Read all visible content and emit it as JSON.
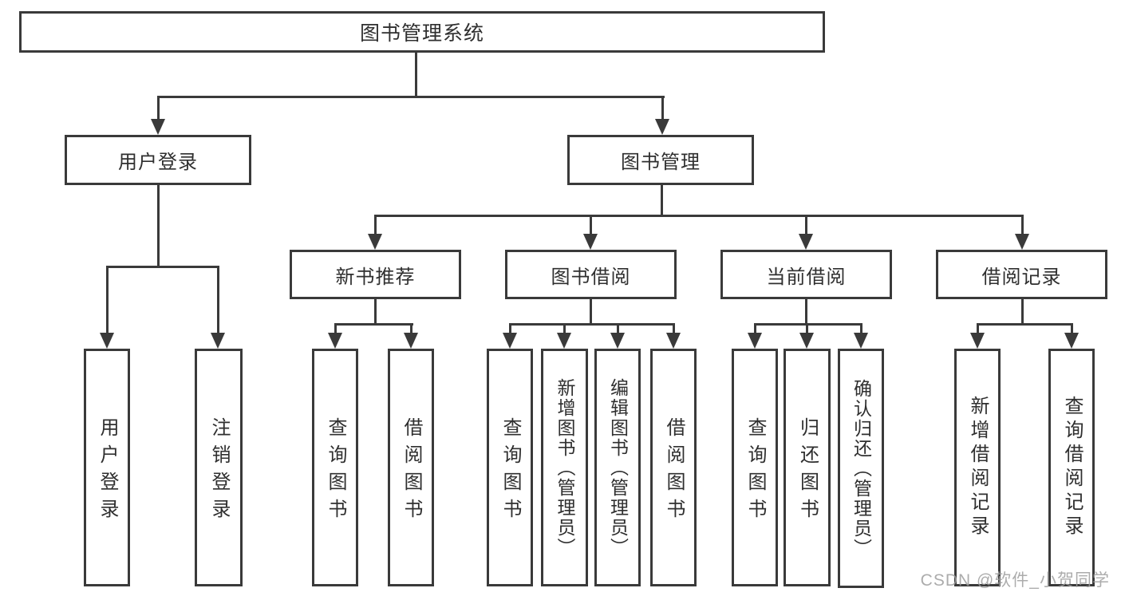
{
  "diagram": {
    "root_label": "图书管理系统",
    "level2": [
      "用户登录",
      "图书管理"
    ],
    "level3": [
      "新书推荐",
      "图书借阅",
      "当前借阅",
      "借阅记录"
    ],
    "leaves": {
      "user_login": [
        "用户登录",
        "注销登录"
      ],
      "new_books": [
        "查询图书",
        "借阅图书"
      ],
      "book_borrow": [
        "查询图书",
        "新增图书（管理员）",
        "编辑图书（管理员）",
        "借阅图书"
      ],
      "current_borrow": [
        "查询图书",
        "归还图书",
        "确认归还（管理员）"
      ],
      "borrow_records": [
        "新增借阅记录",
        "查询借阅记录"
      ]
    },
    "watermark": "CSDN @软件_小贺同学",
    "colors": {
      "line": "#3a3a3a",
      "text": "#2f2f2f",
      "background": "#ffffff",
      "watermark": "#9e9e9e"
    }
  }
}
